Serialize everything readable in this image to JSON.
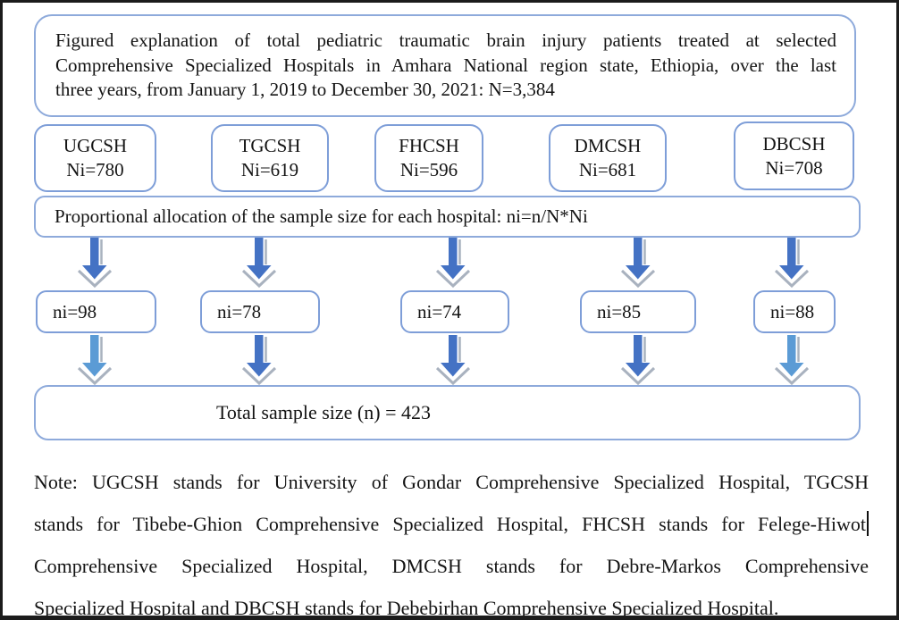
{
  "colors": {
    "arrow-dark": "#4472C4",
    "arrow-light": "#5B9BD5",
    "shadow": "#a9b2bf",
    "box-border": "#7E9ED8",
    "frame-border": "#8EAADB",
    "outer-border": "#1c1c1c",
    "ink": "#141414"
  },
  "title_box": {
    "lines": [
      "Figured explanation of total pediatric traumatic brain injury patients treated at selected",
      "Comprehensive Specialized Hospitals in Amhara National region state, Ethiopia, over the last",
      "three years, from January 1, 2019 to December 30, 2021: N=3,384"
    ]
  },
  "hospitals": [
    {
      "abbr": "UGCSH",
      "total": "Ni=780",
      "sample": "ni=98"
    },
    {
      "abbr": "TGCSH",
      "total": "Ni=619",
      "sample": "ni=78"
    },
    {
      "abbr": "FHCSH",
      "total": "Ni=596",
      "sample": "ni=74"
    },
    {
      "abbr": "DMCSH",
      "total": "Ni=681",
      "sample": "ni=85"
    },
    {
      "abbr": "DBCSH",
      "total": "Ni=708",
      "sample": "ni=88"
    }
  ],
  "allocation_box": {
    "text": "Proportional allocation of the sample size for each hospital: ni=n/N*Ni"
  },
  "total_box": {
    "text": "Total sample size (n) = 423"
  },
  "note": {
    "lines": [
      "Note: UGCSH stands for University of Gondar Comprehensive Specialized Hospital, TGCSH",
      "stands for Tibebe-Ghion Comprehensive Specialized Hospital, FHCSH stands for Felege-Hiwot",
      "Comprehensive Specialized Hospital, DMCSH stands for Debre-Markos Comprehensive",
      "Specialized Hospital and DBCSH stands for Debebirhan Comprehensive Specialized Hospital."
    ]
  }
}
